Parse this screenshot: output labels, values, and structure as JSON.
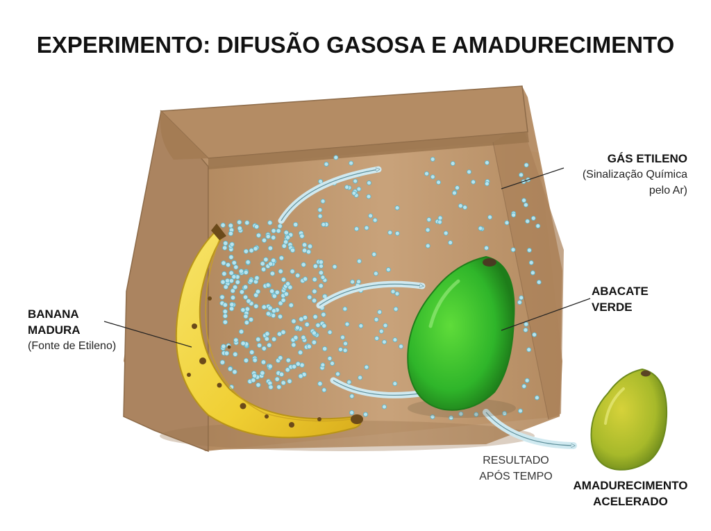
{
  "title": "EXPERIMENTO: DIFUSÃO GASOSA E AMADURECIMENTO",
  "labels": {
    "banana_line1": "BANANA",
    "banana_line2": "MADURA",
    "banana_sub": "(Fonte de Etileno)",
    "gas_title": "GÁS ETILENO",
    "gas_sub1": "(Sinalização Química",
    "gas_sub2": "pelo Ar)",
    "abacate_line1": "ABACATE",
    "abacate_line2": "VERDE",
    "resultado_line1": "RESULTADO",
    "resultado_line2": "APÓS TEMPO",
    "amadurecimento_line1": "AMADURECIMENTO",
    "amadurecimento_line2": "ACELERADO"
  },
  "colors": {
    "bag": "#c9a27a",
    "bag_dark": "#a9825a",
    "bag_fold": "#b48c64",
    "banana": "#f2d640",
    "banana_dark": "#b89418",
    "banana_spot": "#6b4a1a",
    "avocado_green": "#2fb52a",
    "avocado_dark": "#1e7d1a",
    "avocado_ripe": "#a7b92a",
    "gas_dot": "#b9e4ee",
    "gas_dot_stroke": "#5fb3c6",
    "arrow": "#cfe9f0",
    "arrow_stroke": "#5f8f9a"
  },
  "icons": [
    "banana-icon",
    "avocado-icon",
    "ripe-avocado-icon",
    "paper-bag-icon",
    "gas-molecule-icon",
    "arrow-icon"
  ]
}
